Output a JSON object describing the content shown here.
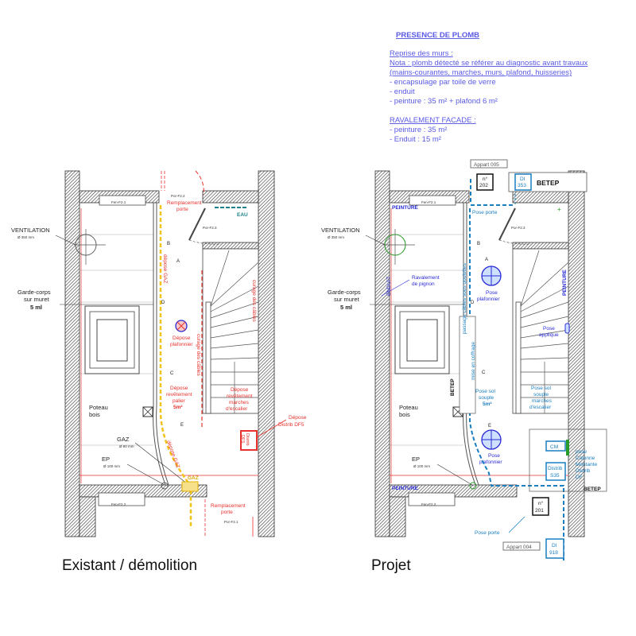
{
  "notes": {
    "title": "PRESENCE DE PLOMB",
    "lines": [
      "Reprise des murs :",
      "Nota : plomb détecté se référer au diagnostic avant travaux",
      "(mains-courantes, marches, murs, plafond, huisseries)",
      "- encapsulage par toile de verre",
      "- enduit",
      "- peinture : 35 m² + plafond 6 m²"
    ],
    "facade_title": "RAVALEMENT FACADE :",
    "facade_lines": [
      "- peinture : 35 m²",
      "- Enduit : 15 m²"
    ],
    "color": "#5a5ae6"
  },
  "common": {
    "ventilation": "VENTILATION",
    "ventilation_dim": "Ø 350 mm",
    "garde_corps": [
      "Garde-corps",
      "sur muret"
    ],
    "garde_corps_len": "5 ml",
    "poteau": [
      "Poteau",
      "bois"
    ],
    "ep": "EP",
    "ep_dim": "Ø 100 mm",
    "gaz": "GAZ",
    "gaz_dim": "Ø 80 mm",
    "fen_top": "Fen-F2.1",
    "fen_bottom": "Fen-F2.2",
    "por_top": "Por-F2.2",
    "por_room": "Por-F2.3",
    "por_bottom": "Por-F2.1",
    "markers": [
      "A",
      "B",
      "C",
      "D",
      "E"
    ]
  },
  "existing": {
    "caption": "Existant / démolition",
    "remplacement_porte": [
      "Remplacement",
      "porte"
    ],
    "eau": "EAU",
    "depose_gaz": "dépose GAZ",
    "curage": "curage des câbles",
    "depose_plafonnier": [
      "Dépose",
      "plafonnier"
    ],
    "depose_revetement_palier": [
      "Dépose",
      "revêtement",
      "palier",
      "5m²"
    ],
    "depose_revetement_marches": [
      "Dépose",
      "revêtement",
      "marches",
      "d'escalier"
    ],
    "distrib_box": [
      "Distrib",
      "DF5"
    ],
    "depose_distrib": [
      "Dépose",
      "Distrib DF5"
    ],
    "gaz_meter": "GAZ",
    "colors": {
      "demolition": "#e8322d",
      "gas": "#f2c21b"
    }
  },
  "project": {
    "caption": "Projet",
    "appart_top": "Appart 005",
    "appart_bottom": "Appart 004",
    "n_top": [
      "n°",
      "202"
    ],
    "n_bottom": [
      "n°",
      "201"
    ],
    "di_top": [
      "DI",
      "353"
    ],
    "di_bottom": [
      "DI",
      "918"
    ],
    "betep": "BETEP",
    "peinture": "PEINTURE",
    "enduit": "ENDUIT",
    "pose_porte": "Pose porte",
    "ravalement": [
      "Ravalement",
      "de pignon"
    ],
    "pose_plafonnier": [
      "Pose",
      "plafonnier"
    ],
    "pose_applique": [
      "Pose",
      "applique"
    ],
    "passage": "passage câbles sous goulottes",
    "mise_coffrage": "mise en coffrage",
    "pose_sol_palier": [
      "Pose sol",
      "souple",
      "5m²"
    ],
    "pose_sol_marches": [
      "Pose sol",
      "souple",
      "marches",
      "d'escalier"
    ],
    "cm": "CM",
    "distrib": [
      "Distrib",
      "S35"
    ],
    "colonne": [
      "pose",
      "Colonne",
      "Montante",
      "Distrib",
      "DF"
    ],
    "colors": {
      "electric": "#1a7fc0",
      "annotation": "#2a2ad6",
      "vent": "#2a9a2a"
    }
  }
}
